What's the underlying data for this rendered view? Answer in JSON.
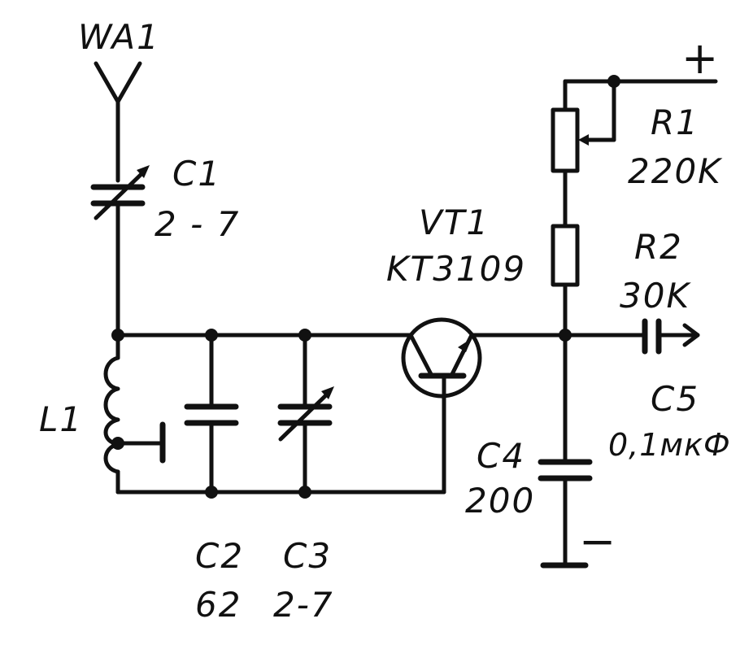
{
  "components": {
    "antenna": {
      "ref": "WA1"
    },
    "c1": {
      "ref": "C1",
      "value": "2 - 7"
    },
    "l1": {
      "ref": "L1"
    },
    "c2": {
      "ref": "C2",
      "value": "62"
    },
    "c3": {
      "ref": "C3",
      "value": "2-7"
    },
    "vt1": {
      "ref": "VT1",
      "value": "KT3109"
    },
    "r1": {
      "ref": "R1",
      "value": "220K"
    },
    "r2": {
      "ref": "R2",
      "value": "30K"
    },
    "c4": {
      "ref": "C4",
      "value": "200"
    },
    "c5": {
      "ref": "C5",
      "value": "0,1мкФ"
    }
  },
  "supply": {
    "positive": "+",
    "negative": "−"
  }
}
